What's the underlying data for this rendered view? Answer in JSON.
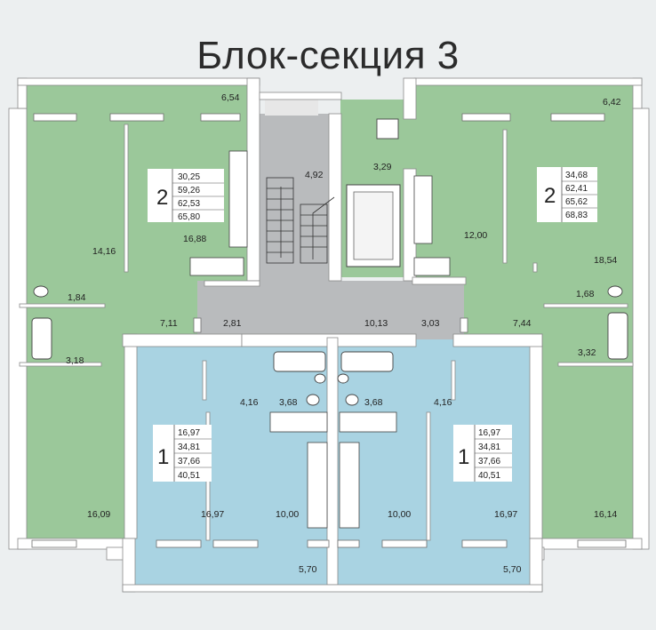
{
  "title": "Блок-секция 3",
  "colors": {
    "apt2": "#9bc89a",
    "apt1": "#a9d3e2",
    "stair": "#b9bbbd",
    "wall": "#ffffff",
    "background": "#eceff0"
  },
  "apartments": {
    "top_left": {
      "rooms": "2",
      "areas": [
        "30,25",
        "59,26",
        "62,53",
        "65,80"
      ]
    },
    "top_right": {
      "rooms": "2",
      "areas": [
        "34,68",
        "62,41",
        "65,62",
        "68,83"
      ]
    },
    "bottom_left": {
      "rooms": "1",
      "areas": [
        "16,97",
        "34,81",
        "37,66",
        "40,51"
      ]
    },
    "bottom_right": {
      "rooms": "1",
      "areas": [
        "16,97",
        "34,81",
        "37,66",
        "40,51"
      ]
    }
  },
  "room_areas": {
    "tl_balcony": "6,54",
    "tr_balcony": "6,42",
    "stair": "4,92",
    "lift_hall": "3,29",
    "tl_room": "14,16",
    "tl_kitchen": "16,88",
    "tr_kitchen": "12,00",
    "tr_room": "18,54",
    "tl_wc": "1,84",
    "tr_wc": "1,68",
    "tl_hall": "7,11",
    "hall_a": "2,81",
    "hall_b": "10,13",
    "hall_c": "3,03",
    "tr_hall": "7,44",
    "tl_bath": "3,18",
    "tr_bath": "3,32",
    "bl_hall": "4,16",
    "br_hall": "4,16",
    "bl_bath": "3,68",
    "br_bath": "3,68",
    "bl_big_room": "16,09",
    "bl_room": "16,97",
    "bl_kitchen": "10,00",
    "br_kitchen": "10,00",
    "br_room": "16,97",
    "br_big_room": "16,14",
    "bl_balcony": "5,70",
    "br_balcony": "5,70"
  }
}
